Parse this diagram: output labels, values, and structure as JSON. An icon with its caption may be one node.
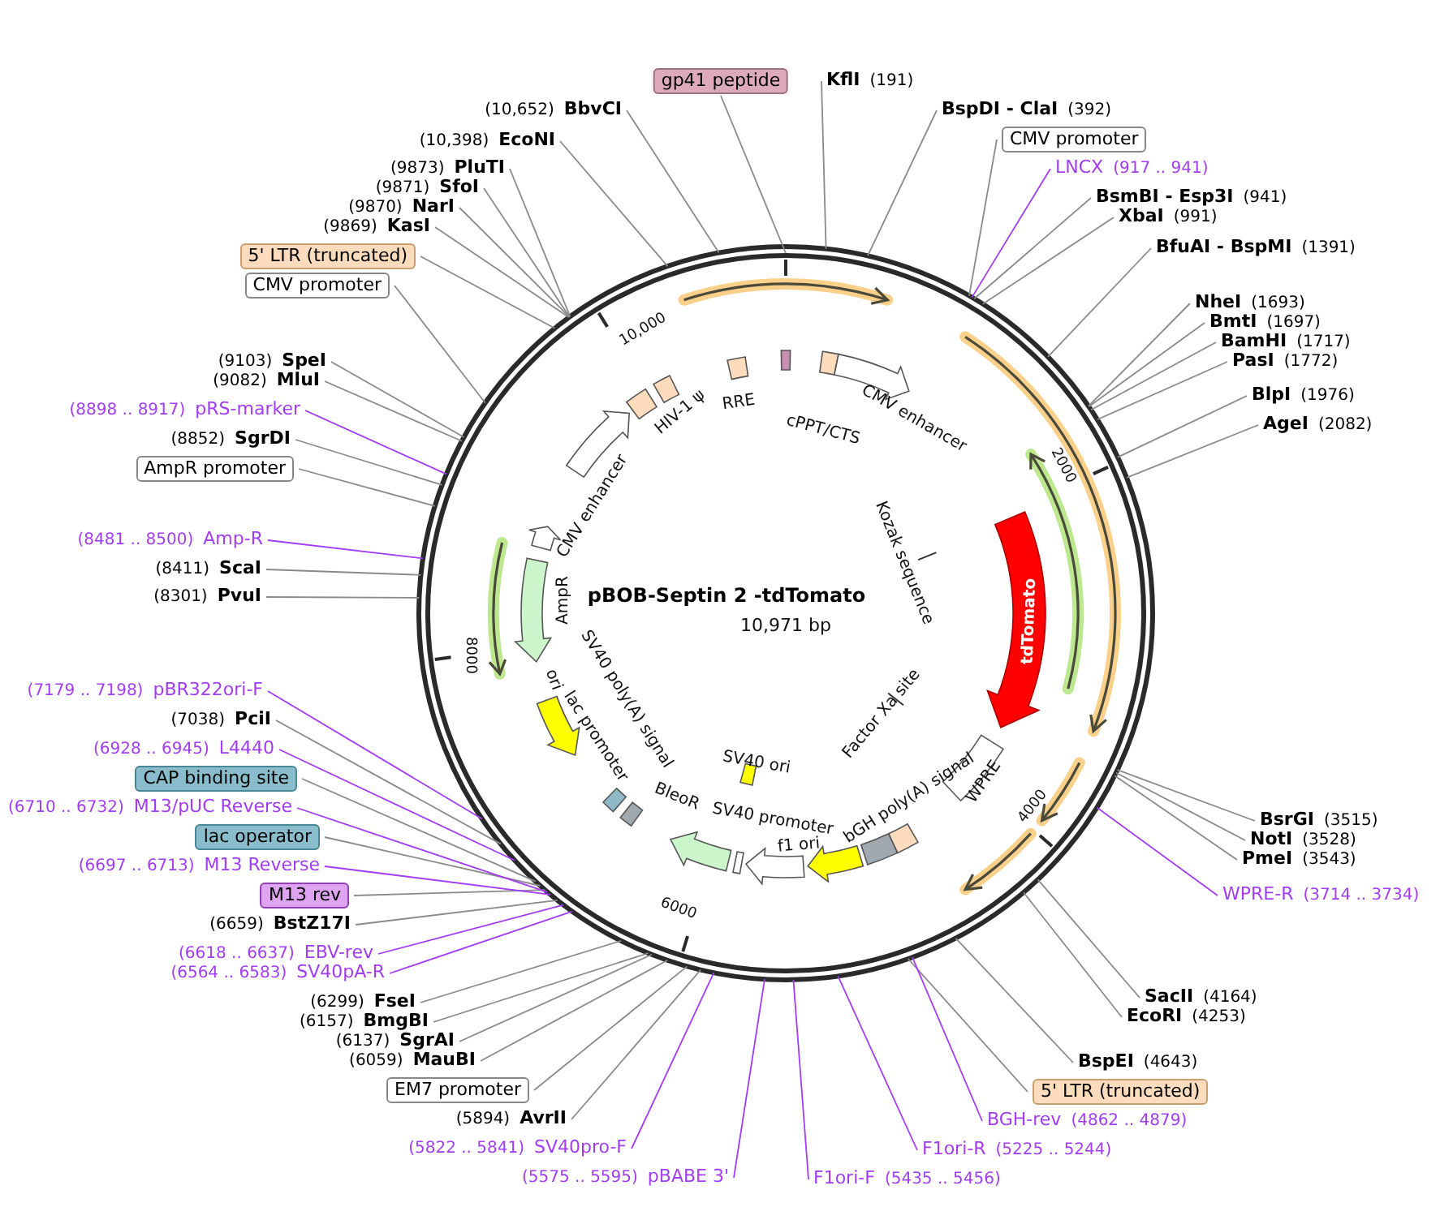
{
  "diagram": {
    "title": "pBOB-Septin 2 -tdTomato",
    "nodes": [
      {
        "text": [
          "gp41 peptide"
        ]
      },
      {
        "text": [
          "KflI",
          "(191)"
        ]
      },
      {
        "text": [
          "BspDI - ClaI",
          "(392)"
        ]
      },
      {
        "text": [
          "CMV promoter"
        ]
      },
      {
        "text": [
          "LNCX",
          "(917 .. 941)"
        ]
      },
      {
        "text": [
          "BsmBI - Esp3I",
          "(941)"
        ]
      },
      {
        "text": [
          "XbaI",
          "(991)"
        ]
      },
      {
        "text": [
          "BfuAI - BspMI",
          "(1391)"
        ]
      },
      {
        "text": [
          "NheI",
          "(1693)"
        ]
      },
      {
        "text": [
          "BmtI",
          "(1697)"
        ]
      },
      {
        "text": [
          "BamHI",
          "(1717)"
        ]
      },
      {
        "text": [
          "PasI",
          "(1772)"
        ]
      },
      {
        "text": [
          "BlpI",
          "(1976)"
        ]
      },
      {
        "text": [
          "AgeI",
          "(2082)"
        ]
      },
      {
        "text": [
          "BsrGI",
          "(3515)"
        ]
      },
      {
        "text": [
          "NotI",
          "(3528)"
        ]
      },
      {
        "text": [
          "PmeI",
          "(3543)"
        ]
      },
      {
        "text": [
          "WPRE-R",
          "(3714 .. 3734)"
        ]
      },
      {
        "text": [
          "SacII",
          "(4164)"
        ]
      },
      {
        "text": [
          "EcoRI",
          "(4253)"
        ]
      },
      {
        "text": [
          "BspEI",
          "(4643)"
        ]
      },
      {
        "text": [
          "5' LTR (truncated)"
        ]
      },
      {
        "text": [
          "BGH-rev",
          "(4862 .. 4879)"
        ]
      },
      {
        "text": [
          "F1ori-R",
          "(5225 .. 5244)"
        ]
      },
      {
        "text": [
          "F1ori-F",
          "(5435 .. 5456)"
        ]
      },
      {
        "text": [
          "(5575 .. 5595)",
          "pBABE 3'"
        ]
      },
      {
        "text": [
          "(5822 .. 5841)",
          "SV40pro-F"
        ]
      },
      {
        "text": [
          "(5894)",
          "AvrII"
        ]
      },
      {
        "text": [
          "EM7 promoter"
        ]
      },
      {
        "text": [
          "(6059)",
          "MauBI"
        ]
      },
      {
        "text": [
          "(6137)",
          "SgrAI"
        ]
      },
      {
        "text": [
          "(6157)",
          "BmgBI"
        ]
      },
      {
        "text": [
          "(6299)",
          "FseI"
        ]
      },
      {
        "text": [
          "(6564 .. 6583)",
          "SV40pA-R"
        ]
      },
      {
        "text": [
          "(6618 .. 6637)",
          "EBV-rev"
        ]
      },
      {
        "text": [
          "(6659)",
          "BstZ17I"
        ]
      },
      {
        "text": [
          "M13 rev"
        ]
      },
      {
        "text": [
          "(6697 .. 6713)",
          "M13 Reverse"
        ]
      },
      {
        "text": [
          "lac operator"
        ]
      },
      {
        "text": [
          "(6710 .. 6732)",
          "M13/pUC Reverse"
        ]
      },
      {
        "text": [
          "CAP binding site"
        ]
      },
      {
        "text": [
          "(6928 .. 6945)",
          "L4440"
        ]
      },
      {
        "text": [
          "(7038)",
          "PciI"
        ]
      },
      {
        "text": [
          "(7179 .. 7198)",
          "pBR322ori-F"
        ]
      },
      {
        "text": [
          "(8301)",
          "PvuI"
        ]
      },
      {
        "text": [
          "(8411)",
          "ScaI"
        ]
      },
      {
        "text": [
          "(8481 .. 8500)",
          "Amp-R"
        ]
      },
      {
        "text": [
          "AmpR promoter"
        ]
      },
      {
        "text": [
          "(8852)",
          "SgrDI"
        ]
      },
      {
        "text": [
          "(8898 .. 8917)",
          "pRS-marker"
        ]
      },
      {
        "text": [
          "(9082)",
          "MluI"
        ]
      },
      {
        "text": [
          "(9103)",
          "SpeI"
        ]
      },
      {
        "text": [
          "CMV promoter"
        ]
      },
      {
        "text": [
          "5' LTR (truncated)"
        ]
      },
      {
        "text": [
          "(9869)",
          "KasI"
        ]
      },
      {
        "text": [
          "(9870)",
          "NarI"
        ]
      },
      {
        "text": [
          "(9871)",
          "SfoI"
        ]
      },
      {
        "text": [
          "(9873)",
          "PluTI"
        ]
      },
      {
        "text": [
          "(10,398)",
          "EcoNI"
        ]
      },
      {
        "text": [
          "(10,652)",
          "BbvCI"
        ]
      }
    ],
    "edges": [
      {
        "from": 0,
        "to": null,
        "arrow": "none"
      },
      {
        "from": 1,
        "to": null,
        "arrow": "none"
      },
      {
        "from": 2,
        "to": null,
        "arrow": "none"
      },
      {
        "from": 3,
        "to": null,
        "arrow": "none"
      },
      {
        "from": 4,
        "to": null,
        "arrow": "none",
        "color": "#a23cf5"
      },
      {
        "from": 5,
        "to": null,
        "arrow": "none"
      },
      {
        "from": 6,
        "to": null,
        "arrow": "none"
      },
      {
        "from": 7,
        "to": null,
        "arrow": "none"
      },
      {
        "from": 8,
        "to": null,
        "arrow": "none"
      },
      {
        "from": 9,
        "to": null,
        "arrow": "none"
      },
      {
        "from": 10,
        "to": null,
        "arrow": "none"
      },
      {
        "from": 11,
        "to": null,
        "arrow": "none"
      },
      {
        "from": 12,
        "to": null,
        "arrow": "none"
      },
      {
        "from": 13,
        "to": null,
        "arrow": "none"
      },
      {
        "from": 14,
        "to": null,
        "arrow": "none"
      },
      {
        "from": 15,
        "to": null,
        "arrow": "none"
      },
      {
        "from": 16,
        "to": null,
        "arrow": "none"
      },
      {
        "from": 17,
        "to": null,
        "arrow": "none",
        "color": "#a23cf5"
      },
      {
        "from": 18,
        "to": null,
        "arrow": "none"
      },
      {
        "from": 19,
        "to": null,
        "arrow": "none"
      },
      {
        "from": 20,
        "to": null,
        "arrow": "none"
      },
      {
        "from": 21,
        "to": null,
        "arrow": "none"
      },
      {
        "from": 22,
        "to": null,
        "arrow": "none",
        "color": "#a23cf5"
      },
      {
        "from": 23,
        "to": null,
        "arrow": "none",
        "color": "#a23cf5"
      },
      {
        "from": 24,
        "to": null,
        "arrow": "none",
        "color": "#a23cf5"
      },
      {
        "from": 25,
        "to": null,
        "arrow": "none",
        "color": "#a23cf5"
      },
      {
        "from": 26,
        "to": null,
        "arrow": "none",
        "color": "#a23cf5"
      },
      {
        "from": 27,
        "to": null,
        "arrow": "none"
      },
      {
        "from": 28,
        "to": null,
        "arrow": "none"
      },
      {
        "from": 29,
        "to": null,
        "arrow": "none"
      },
      {
        "from": 30,
        "to": null,
        "arrow": "none"
      },
      {
        "from": 31,
        "to": null,
        "arrow": "none"
      },
      {
        "from": 32,
        "to": null,
        "arrow": "none"
      },
      {
        "from": 33,
        "to": null,
        "arrow": "none",
        "color": "#a23cf5"
      },
      {
        "from": 34,
        "to": null,
        "arrow": "none",
        "color": "#a23cf5"
      },
      {
        "from": 35,
        "to": null,
        "arrow": "none"
      },
      {
        "from": 36,
        "to": null,
        "arrow": "none"
      },
      {
        "from": 37,
        "to": null,
        "arrow": "none",
        "color": "#a23cf5"
      },
      {
        "from": 38,
        "to": null,
        "arrow": "none"
      },
      {
        "from": 39,
        "to": null,
        "arrow": "none",
        "color": "#a23cf5"
      },
      {
        "from": 40,
        "to": null,
        "arrow": "none"
      },
      {
        "from": 41,
        "to": null,
        "arrow": "none",
        "color": "#a23cf5"
      },
      {
        "from": 42,
        "to": null,
        "arrow": "none"
      },
      {
        "from": 43,
        "to": null,
        "arrow": "none",
        "color": "#a23cf5"
      },
      {
        "from": 44,
        "to": null,
        "arrow": "none"
      },
      {
        "from": 45,
        "to": null,
        "arrow": "none"
      },
      {
        "from": 46,
        "to": null,
        "arrow": "none",
        "color": "#a23cf5"
      },
      {
        "from": 47,
        "to": null,
        "arrow": "none"
      },
      {
        "from": 48,
        "to": null,
        "arrow": "none"
      },
      {
        "from": 49,
        "to": null,
        "arrow": "none",
        "color": "#a23cf5"
      },
      {
        "from": 50,
        "to": null,
        "arrow": "none"
      },
      {
        "from": 51,
        "to": null,
        "arrow": "none"
      },
      {
        "from": 52,
        "to": null,
        "arrow": "none"
      },
      {
        "from": 53,
        "to": null,
        "arrow": "none"
      },
      {
        "from": 54,
        "to": null,
        "arrow": "none"
      },
      {
        "from": 55,
        "to": null,
        "arrow": "none"
      },
      {
        "from": 56,
        "to": null,
        "arrow": "none"
      },
      {
        "from": 57,
        "to": null,
        "arrow": "none"
      },
      {
        "from": 58,
        "to": null,
        "arrow": "none"
      },
      {
        "from": 59,
        "to": null,
        "arrow": "none"
      }
    ],
    "labels": [
      "10,971 bp",
      "RRE",
      "cPPT/CTS",
      "CMV enhancer",
      "Kozak sequence",
      "tdTomato",
      "Factor Xa site",
      "WPRE",
      "bGH poly(A) signal",
      "f1 ori",
      "SV40 promoter",
      "SV40 ori",
      "BleoR",
      "lac promoter",
      "SV40 poly(A) signal",
      "ori",
      "AmpR",
      "CMV enhancer",
      "HIV-1 ψ",
      "10,000",
      "2000",
      "4000",
      "6000",
      "8000"
    ]
  }
}
